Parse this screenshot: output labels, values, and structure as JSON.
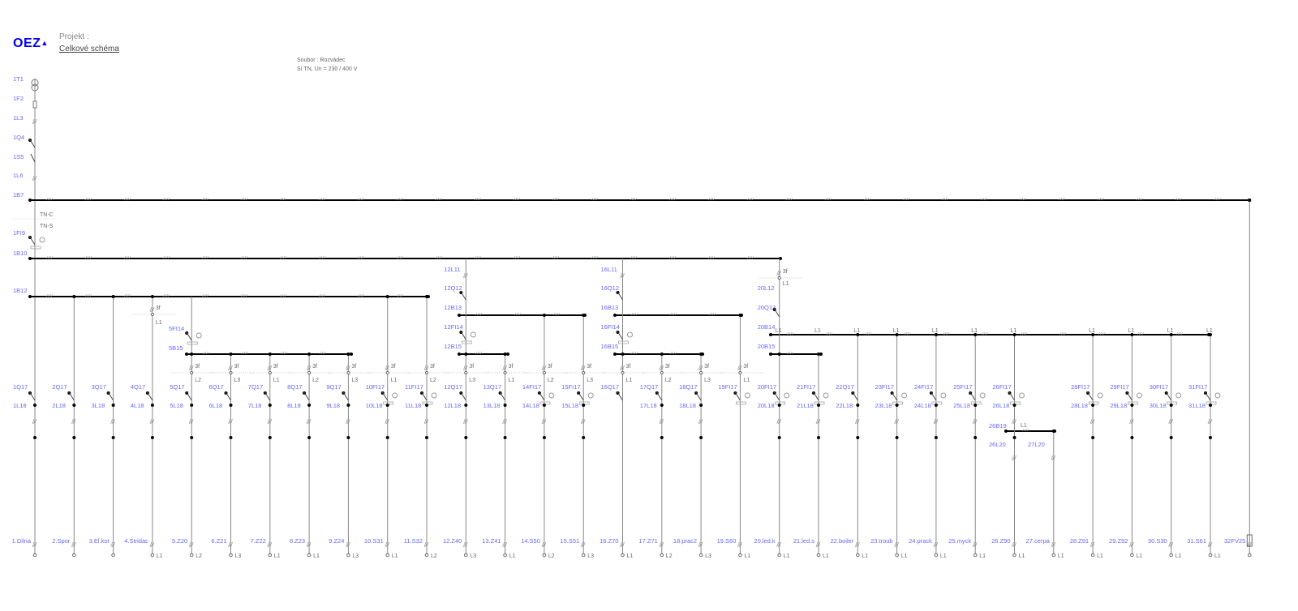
{
  "header": {
    "logo": "OEZ",
    "project_label": "Projekt :",
    "title": "Celkové schéma",
    "file": "Soubor : Rozvádec",
    "network": "Sí TN, Un = 230 / 400 V"
  },
  "main_chain": {
    "labels": [
      "1T1",
      "1F2",
      "1L3",
      "1Q4",
      "1S5",
      "1L6",
      "1B7",
      "1FI9",
      "1B10",
      "1B12"
    ],
    "tn_c": "TN-C",
    "tn_s": "TN-S"
  },
  "feeders": {
    "f5": [
      "5FI14",
      "5B15"
    ],
    "f12": [
      "12L11",
      "12Q12",
      "12B13",
      "12FI14",
      "12B15"
    ],
    "f16": [
      "16L11",
      "16Q12",
      "16B13",
      "16FI14",
      "16B15"
    ],
    "f20": [
      "20L12",
      "20Q13",
      "20B14",
      "20B15"
    ],
    "f26": [
      "26B19",
      "26L20",
      "27L20"
    ]
  },
  "phase_tap": {
    "three": "3f"
  },
  "columns": [
    {
      "device": "1Q17",
      "cable": "1L18",
      "load": "1.Dilna",
      "pt": "",
      "pb": ""
    },
    {
      "device": "2Q17",
      "cable": "2L18",
      "load": "2.Spor",
      "pt": "",
      "pb": ""
    },
    {
      "device": "3Q17",
      "cable": "3L18",
      "load": "3.El.kot",
      "pt": "",
      "pb": ""
    },
    {
      "device": "4Q17",
      "cable": "4L18",
      "load": "4.Stridac",
      "pt": "L1",
      "pb": "L1"
    },
    {
      "device": "5Q17",
      "cable": "5L18",
      "load": "5.Z20",
      "pt": "L2",
      "pb": "L2"
    },
    {
      "device": "6Q17",
      "cable": "6L18",
      "load": "6.Z21",
      "pt": "L3",
      "pb": "L3"
    },
    {
      "device": "7Q17",
      "cable": "7L18",
      "load": "7.Z22",
      "pt": "L1",
      "pb": "L1"
    },
    {
      "device": "8Q17",
      "cable": "8L18",
      "load": "8.Z23",
      "pt": "L2",
      "pb": "L1"
    },
    {
      "device": "9Q17",
      "cable": "9L18",
      "load": "9.Z24",
      "pt": "L3",
      "pb": "L3"
    },
    {
      "device": "10FI17",
      "cable": "10L18",
      "load": "10.S31",
      "pt": "L1",
      "pb": "L1"
    },
    {
      "device": "11FI17",
      "cable": "11L18",
      "load": "11.S32",
      "pt": "L2",
      "pb": "L2"
    },
    {
      "device": "12Q17",
      "cable": "12L18",
      "load": "12.Z40",
      "pt": "L3",
      "pb": "L3"
    },
    {
      "device": "13Q17",
      "cable": "13L18",
      "load": "13.Z41",
      "pt": "L1",
      "pb": "L1"
    },
    {
      "device": "14FI17",
      "cable": "14L18",
      "load": "14.S50",
      "pt": "L2",
      "pb": "L2"
    },
    {
      "device": "15FI17",
      "cable": "15L18",
      "load": "15.S51",
      "pt": "L3",
      "pb": "L3"
    },
    {
      "device": "16Q17",
      "cable": "",
      "load": "16.Z70",
      "pt": "L1",
      "pb": "L1"
    },
    {
      "device": "17Q17",
      "cable": "17L18",
      "load": "17.Z71",
      "pt": "L2",
      "pb": "L2"
    },
    {
      "device": "18Q17",
      "cable": "18L18",
      "load": "18.prac2",
      "pt": "L3",
      "pb": "L3"
    },
    {
      "device": "19FI17",
      "cable": "",
      "load": "19.S60",
      "pt": "L1",
      "pb": "L1"
    },
    {
      "device": "20FI17",
      "cable": "20L18",
      "load": "20.led.k",
      "pt": "",
      "pb": "L1"
    },
    {
      "device": "21FI17",
      "cable": "21L18",
      "load": "21.led.s",
      "pt": "",
      "pb": "L1"
    },
    {
      "device": "22Q17",
      "cable": "22L18",
      "load": "22.boiler",
      "pt": "",
      "pb": "L1"
    },
    {
      "device": "23FI17",
      "cable": "23L18",
      "load": "23.troub",
      "pt": "",
      "pb": "L1"
    },
    {
      "device": "24FI17",
      "cable": "24L18",
      "load": "24.prack",
      "pt": "",
      "pb": "L1"
    },
    {
      "device": "25FI17",
      "cable": "25L18",
      "load": "25.myck",
      "pt": "",
      "pb": "L1"
    },
    {
      "device": "26FI17",
      "cable": "26L18",
      "load": "26.Z90",
      "pt": "",
      "pb": "L1"
    },
    {
      "device": "",
      "cable": "",
      "load": "27.cerpa",
      "pt": "",
      "pb": "L1"
    },
    {
      "device": "28FI17",
      "cable": "28L18",
      "load": "28.Z91",
      "pt": "",
      "pb": "L1"
    },
    {
      "device": "29FI17",
      "cable": "29L18",
      "load": "29.Z92",
      "pt": "",
      "pb": "L1"
    },
    {
      "device": "30FI17",
      "cable": "30L18",
      "load": "30.S30",
      "pt": "",
      "pb": "L1"
    },
    {
      "device": "31FI17",
      "cable": "31L18",
      "load": "31.S61",
      "pt": "",
      "pb": "L1"
    },
    {
      "device": "",
      "cable": "",
      "load": "32FV25",
      "pt": "",
      "pb": ""
    }
  ],
  "bus_phase_label": "L1",
  "colors": {
    "label": "#6666ff",
    "bus": "#000000",
    "wire": "#888888",
    "logo": "#0000ee"
  }
}
